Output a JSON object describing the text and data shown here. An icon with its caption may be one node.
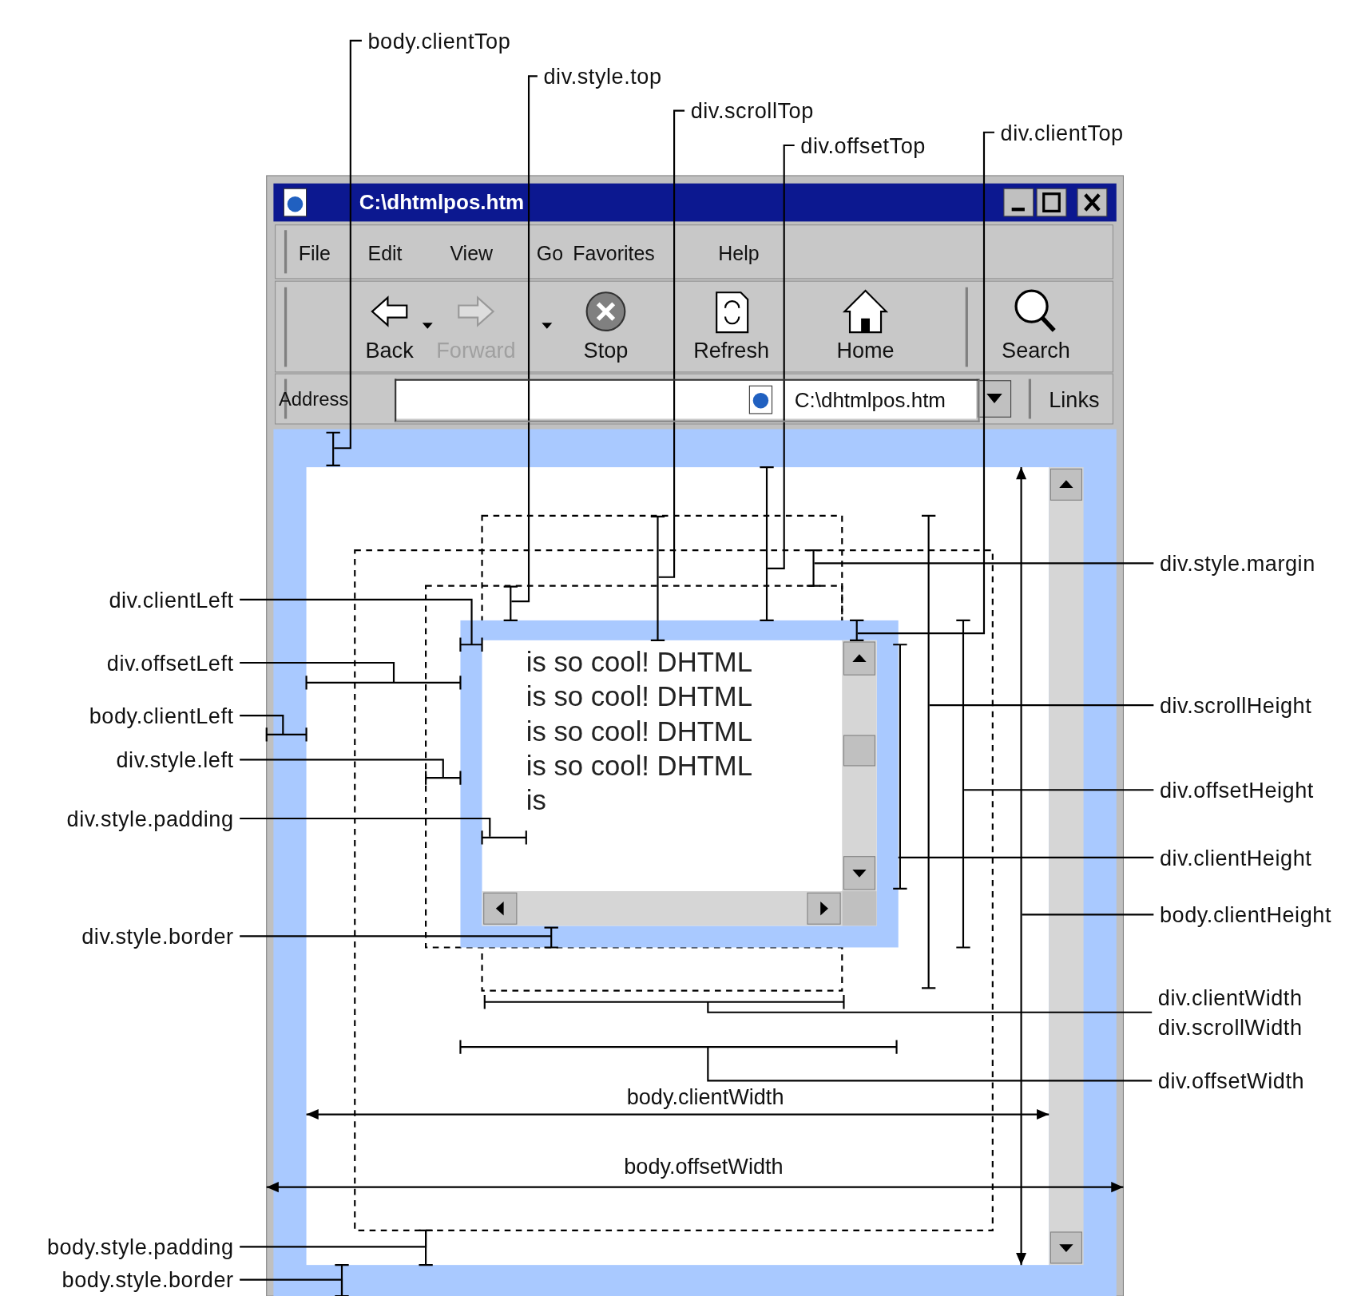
{
  "diagram": {
    "nodes": [
      {
        "text": [
          "body.clientTop"
        ]
      },
      {
        "text": [
          "div.style.top"
        ]
      },
      {
        "text": [
          "div.scrollTop"
        ]
      },
      {
        "text": [
          "div.offsetTop"
        ]
      },
      {
        "text": [
          "div.clientTop"
        ]
      },
      {
        "text": [
          "div.style.margin"
        ]
      },
      {
        "text": [
          "div.clientLeft"
        ]
      },
      {
        "text": [
          "div.offsetLeft"
        ]
      },
      {
        "text": [
          "body.clientLeft"
        ]
      },
      {
        "text": [
          "div.style.left"
        ]
      },
      {
        "text": [
          "div.style.padding"
        ]
      },
      {
        "text": [
          "div.scrollHeight"
        ]
      },
      {
        "text": [
          "div.offsetHeight"
        ]
      },
      {
        "text": [
          "div.clientHeight"
        ]
      },
      {
        "text": [
          "div.style.border"
        ]
      },
      {
        "text": [
          "body.clientHeight"
        ]
      },
      {
        "text": [
          "div.clientWidth",
          "div.scrollWidth"
        ]
      },
      {
        "text": [
          "div.offsetWidth"
        ]
      },
      {
        "text": [
          "body.style.padding"
        ]
      },
      {
        "text": [
          "body.style.border"
        ]
      },
      {
        "text": [],
        "shape": "box"
      }
    ],
    "edges": [
      {
        "from": 0,
        "to": null,
        "arrow": "none"
      },
      {
        "from": 1,
        "to": null,
        "arrow": "none"
      },
      {
        "from": 2,
        "to": null,
        "arrow": "none"
      },
      {
        "from": 3,
        "to": null,
        "arrow": "none"
      },
      {
        "from": 4,
        "to": 20,
        "arrow": "none"
      },
      {
        "from": 5,
        "to": null,
        "arrow": "none"
      },
      {
        "from": 6,
        "to": 20,
        "arrow": "none"
      },
      {
        "from": 7,
        "to": null,
        "arrow": "none"
      },
      {
        "from": 8,
        "to": null,
        "arrow": "none"
      },
      {
        "from": 9,
        "to": null,
        "arrow": "none"
      },
      {
        "from": 10,
        "to": 20,
        "arrow": "none"
      },
      {
        "from": 11,
        "to": null,
        "arrow": "none"
      },
      {
        "from": 12,
        "to": null,
        "arrow": "none"
      },
      {
        "from": 13,
        "to": 20,
        "arrow": "none"
      },
      {
        "from": 14,
        "to": 20,
        "arrow": "none"
      },
      {
        "from": 15,
        "to": null,
        "arrow": "none"
      },
      {
        "from": 16,
        "to": null,
        "arrow": "none"
      },
      {
        "from": 17,
        "to": null,
        "arrow": "none"
      },
      {
        "from": 18,
        "to": null,
        "arrow": "none"
      },
      {
        "from": 19,
        "to": null,
        "arrow": "none"
      }
    ],
    "labels": [
      "C:\\dhtmlpos.htm",
      "File",
      "Edit",
      "View",
      "Go",
      "Favorites",
      "Help",
      "Back",
      "Forward",
      "Stop",
      "Refresh",
      "Home",
      "Search",
      "Address",
      "C:\\dhtmlpos.htm",
      "Links",
      "is so cool! DHTML is so cool! DHTML is so cool! DHTML is so cool! DHTML is",
      "body.clientWidth",
      "body.offsetWidth"
    ]
  }
}
